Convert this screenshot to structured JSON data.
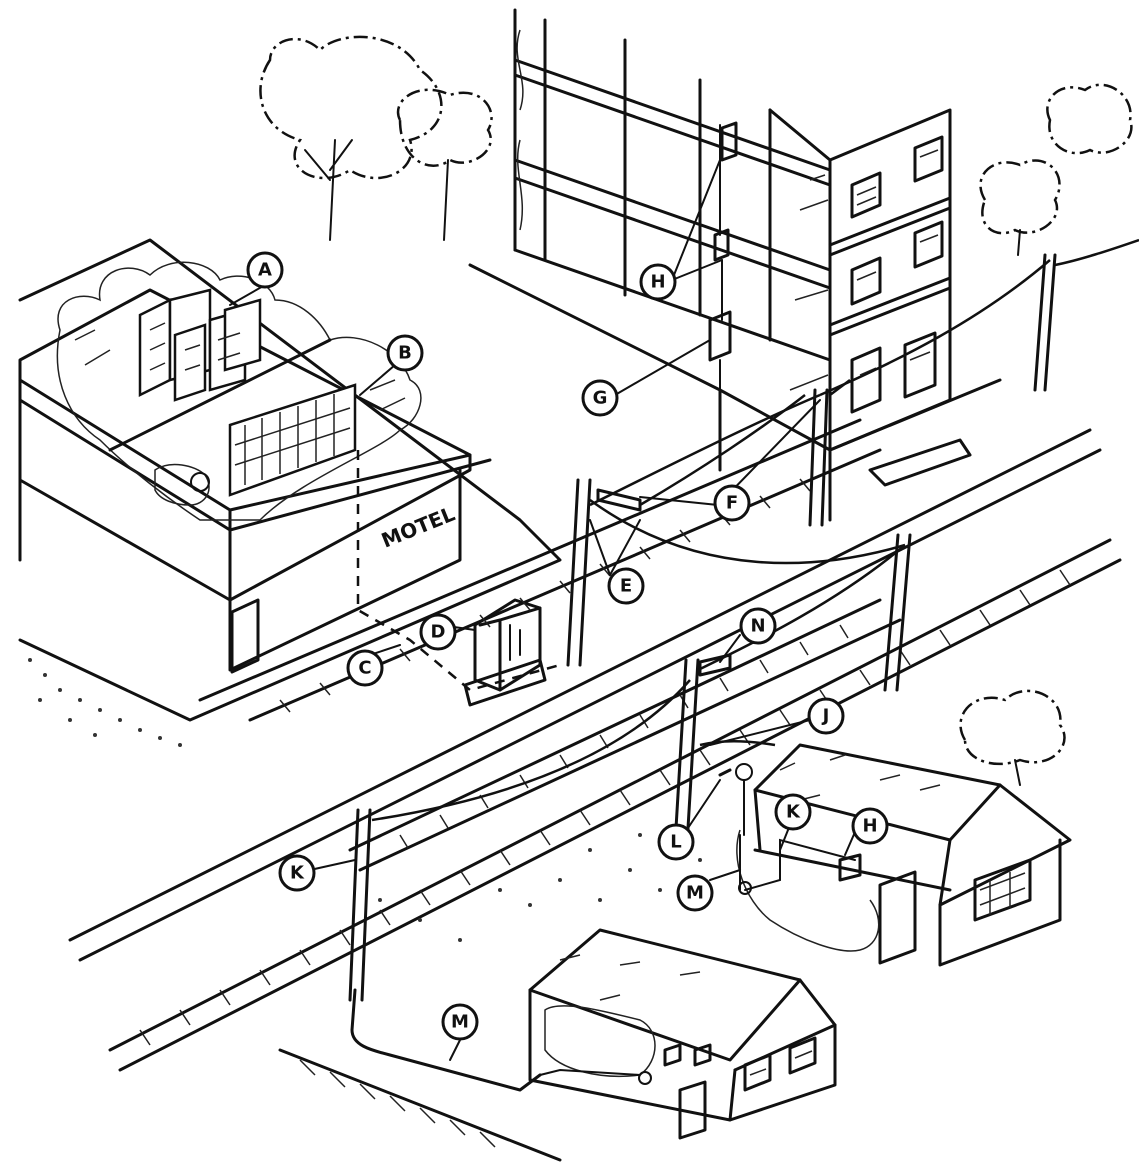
{
  "building_sign": "MOTEL",
  "callouts": {
    "A": "A",
    "B": "B",
    "C": "C",
    "D": "D",
    "E": "E",
    "F": "F",
    "G": "G",
    "H1": "H",
    "N1": "N",
    "J": "J",
    "K1": "K",
    "K2": "K",
    "H2": "H",
    "L": "L",
    "M1": "M",
    "M2": "M"
  }
}
